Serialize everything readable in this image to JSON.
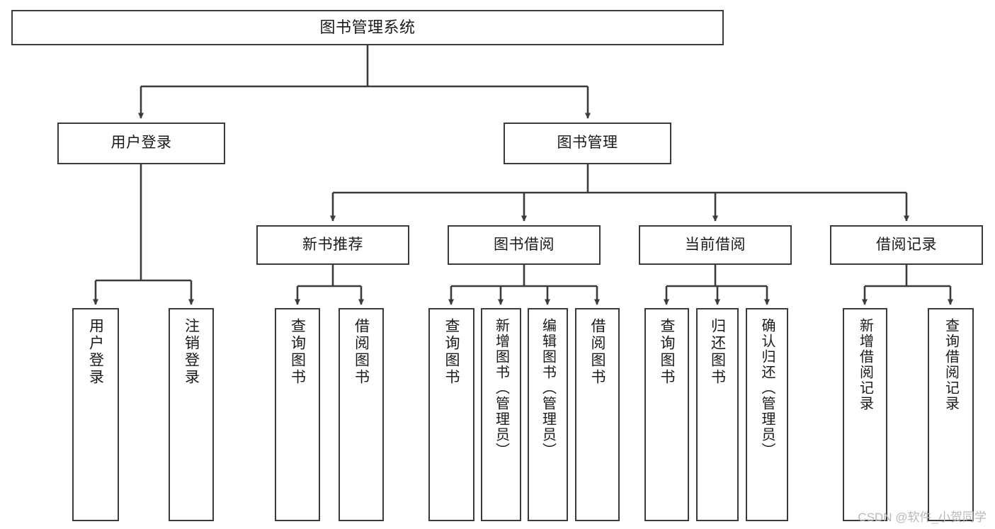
{
  "diagram": {
    "type": "tree",
    "title": "图书管理系统",
    "levels": 4,
    "nodes": {
      "root": {
        "label": "图书管理系统"
      },
      "level2": [
        {
          "id": "user-login",
          "label": "用户登录"
        },
        {
          "id": "book-manage",
          "label": "图书管理"
        }
      ],
      "level3": [
        {
          "id": "new-book-recommend",
          "label": "新书推荐"
        },
        {
          "id": "book-borrow",
          "label": "图书借阅"
        },
        {
          "id": "current-borrow",
          "label": "当前借阅"
        },
        {
          "id": "borrow-record",
          "label": "借阅记录"
        }
      ],
      "leaves": [
        {
          "id": "leaf-user-login",
          "parent": "user-login",
          "label": "用户登录"
        },
        {
          "id": "leaf-logout",
          "parent": "user-login",
          "label": "注销登录"
        },
        {
          "id": "leaf-query-book-1",
          "parent": "new-book-recommend",
          "label": "查询图书"
        },
        {
          "id": "leaf-borrow-book-1",
          "parent": "new-book-recommend",
          "label": "借阅图书"
        },
        {
          "id": "leaf-query-book-2",
          "parent": "book-borrow",
          "label": "查询图书"
        },
        {
          "id": "leaf-add-book",
          "parent": "book-borrow",
          "label": "新增图书（管理员）"
        },
        {
          "id": "leaf-edit-book",
          "parent": "book-borrow",
          "label": "编辑图书（管理员）"
        },
        {
          "id": "leaf-borrow-book-2",
          "parent": "book-borrow",
          "label": "借阅图书"
        },
        {
          "id": "leaf-query-book-3",
          "parent": "current-borrow",
          "label": "查询图书"
        },
        {
          "id": "leaf-return-book",
          "parent": "current-borrow",
          "label": "归还图书"
        },
        {
          "id": "leaf-confirm-return",
          "parent": "current-borrow",
          "label": "确认归还（管理员）"
        },
        {
          "id": "leaf-add-record",
          "parent": "borrow-record",
          "label": "新增借阅记录"
        },
        {
          "id": "leaf-query-record",
          "parent": "borrow-record",
          "label": "查询借阅记录"
        }
      ]
    },
    "colors": {
      "box_border": "#3b3b3b",
      "box_fill": "#ffffff",
      "edge": "#3b3b3b",
      "text": "#1a1a1a",
      "watermark": "#b9b9b9",
      "background": "#ffffff"
    }
  },
  "watermark": {
    "text": "CSDN @软件_小贺同学"
  }
}
